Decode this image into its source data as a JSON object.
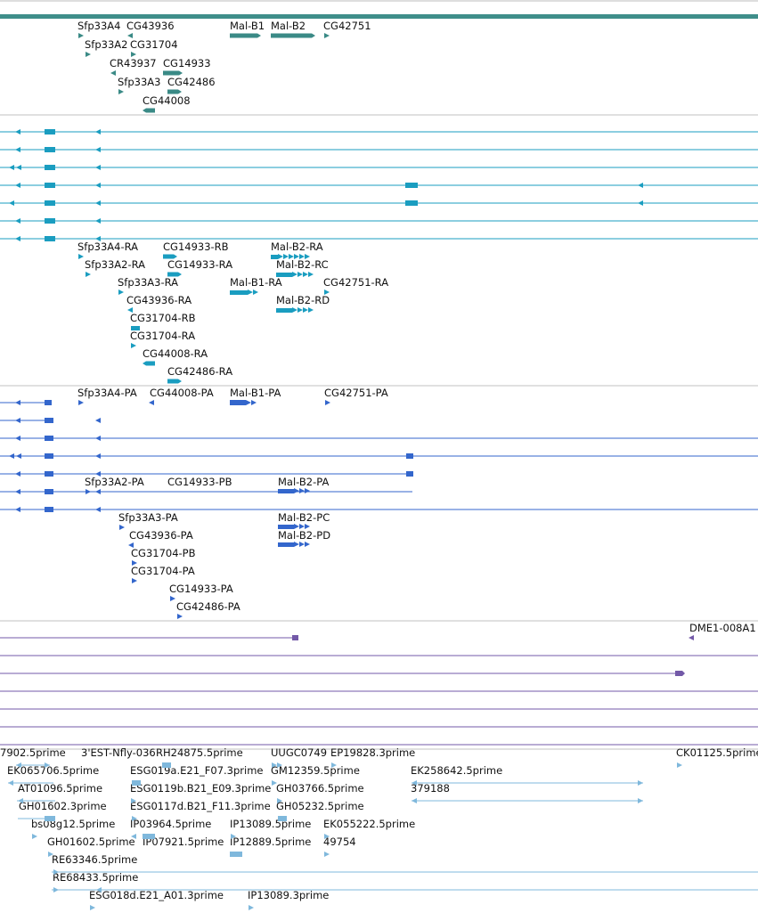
{
  "colors": {
    "genes": "#3a8a86",
    "transcripts": "#1a9dc0",
    "proteins": "#3366cc",
    "alignments": "#7359a8",
    "ests": "#7fb8dc",
    "ruler": "#3f8e8a",
    "separator": "#c0c0c0"
  },
  "tracks": {
    "genes": {
      "labels": [
        "Sfp33A4",
        "CG43936",
        "Mal-B1",
        "Mal-B2",
        "CG42751",
        "Sfp33A2",
        "CG31704",
        "CR43937",
        "CG14933",
        "Sfp33A3",
        "CG42486",
        "CG44008"
      ]
    },
    "transcripts": {
      "labels": [
        "Sfp33A4-RA",
        "CG14933-RB",
        "Mal-B2-RA",
        "Sfp33A2-RA",
        "CG14933-RA",
        "Mal-B2-RC",
        "Sfp33A3-RA",
        "Mal-B1-RA",
        "CG42751-RA",
        "CG43936-RA",
        "Mal-B2-RD",
        "CG31704-RB",
        "CG31704-RA",
        "CG44008-RA",
        "CG42486-RA"
      ]
    },
    "proteins": {
      "labels": [
        "Sfp33A4-PA",
        "CG44008-PA",
        "Mal-B1-PA",
        "CG42751-PA",
        "Sfp33A2-PA",
        "CG14933-PB",
        "Mal-B2-PA",
        "Sfp33A3-PA",
        "Mal-B2-PC",
        "CG43936-PA",
        "Mal-B2-PD",
        "CG31704-PB",
        "CG31704-PA",
        "CG14933-PA",
        "CG42486-PA"
      ]
    },
    "alignments": {
      "labels": [
        "DME1-008A1"
      ]
    },
    "ests": {
      "labels": [
        "7902.5prime",
        "3'EST-Nfly-036",
        "RH24875.5prime",
        "UUGC0749",
        "EP19828.3prime",
        "CK01125.5prime",
        "EK065706.5prime",
        "ESG019a.E21_F07.3prime",
        "GM12359.5prime",
        "EK258642.5prime",
        "AT01096.5prime",
        "ESG0119b.B21_E09.3prime",
        "GH03766.5prime",
        "379188",
        "GH01602.3prime",
        "ESG0117d.B21_F11.3prime",
        "GH05232.5prime",
        "bs08g12.5prime",
        "IP03964.5prime",
        "IP13089.5prime",
        "EK055222.5prime",
        "GH01602.5prime",
        "IP07921.5prime",
        "IP12889.5prime",
        "49754",
        "RE63346.5prime",
        "RE68433.5prime",
        "ESG018d.E21_A01.3prime",
        "IP13089.3prime"
      ]
    }
  }
}
